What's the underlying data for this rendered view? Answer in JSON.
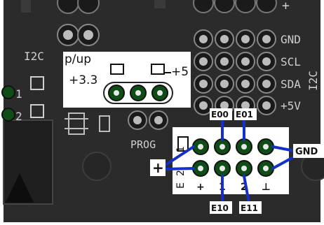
{
  "board": {
    "colors": {
      "board": "#2b2b2b",
      "silkscreen": "#d9d9d9",
      "pad": "#0f4d16",
      "pad_ring": "#1a1a1a",
      "pad_center": "#e8e8e8",
      "callout_bg": "#ffffff",
      "wire": "#1330c7"
    },
    "header_labels": {
      "top_right": "+",
      "gnd": "GND",
      "scl": "SCL",
      "sda": "SDA",
      "v5": "+5V",
      "i2c_left": "I2C",
      "i2c_right": "I2C",
      "prog": "PROG"
    },
    "left_numbers": [
      "1",
      "2"
    ],
    "pullup_box": {
      "title": "p/up",
      "left_label": "+3.3",
      "right_label": "+5"
    },
    "prog_box": {
      "pin_marks": [
        "1",
        "2",
        "+",
        "1",
        "2",
        "⊥"
      ],
      "upper_side": "1",
      "lower_side": "2",
      "e_prefix": "E"
    },
    "callouts": {
      "e00": "E00",
      "e01": "E01",
      "e10": "E10",
      "e11": "E11",
      "gnd": "GND",
      "plus": "+"
    }
  }
}
